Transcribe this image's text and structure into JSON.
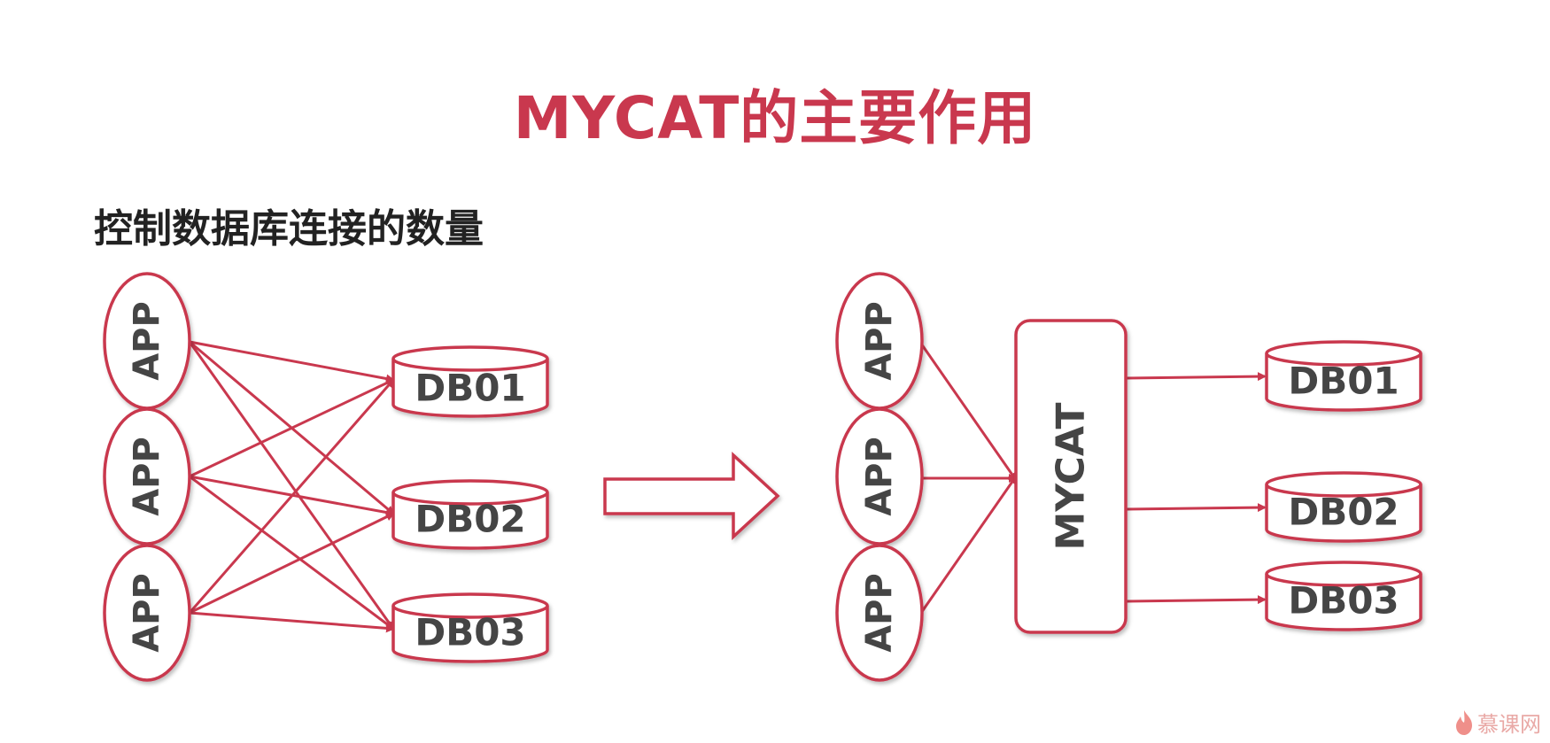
{
  "title": "MYCAT的主要作用",
  "subtitle": "控制数据库连接的数量",
  "colors": {
    "accent": "#c9384e",
    "label": "#454545",
    "subtitle": "#222222",
    "watermark": "#e9a9a6"
  },
  "left_diagram": {
    "apps": [
      "APP",
      "APP",
      "APP"
    ],
    "dbs": [
      "DB01",
      "DB02",
      "DB03"
    ],
    "edges": [
      {
        "from": "APP 1",
        "to": "DB01"
      },
      {
        "from": "APP 1",
        "to": "DB02"
      },
      {
        "from": "APP 1",
        "to": "DB03"
      },
      {
        "from": "APP 2",
        "to": "DB01"
      },
      {
        "from": "APP 2",
        "to": "DB02"
      },
      {
        "from": "APP 2",
        "to": "DB03"
      },
      {
        "from": "APP 3",
        "to": "DB01"
      },
      {
        "from": "APP 3",
        "to": "DB02"
      },
      {
        "from": "APP 3",
        "to": "DB03"
      }
    ]
  },
  "transition_arrow_icon": "right-block-arrow-icon",
  "right_diagram": {
    "apps": [
      "APP",
      "APP",
      "APP"
    ],
    "middleware": "MYCAT",
    "dbs": [
      "DB01",
      "DB02",
      "DB03"
    ],
    "edges": [
      {
        "from": "APP 1",
        "to": "MYCAT"
      },
      {
        "from": "APP 2",
        "to": "MYCAT"
      },
      {
        "from": "APP 3",
        "to": "MYCAT"
      },
      {
        "from": "MYCAT",
        "to": "DB01"
      },
      {
        "from": "MYCAT",
        "to": "DB02"
      },
      {
        "from": "MYCAT",
        "to": "DB03"
      }
    ]
  },
  "watermark": {
    "text": "慕课网",
    "icon": "flame-logo-icon"
  }
}
